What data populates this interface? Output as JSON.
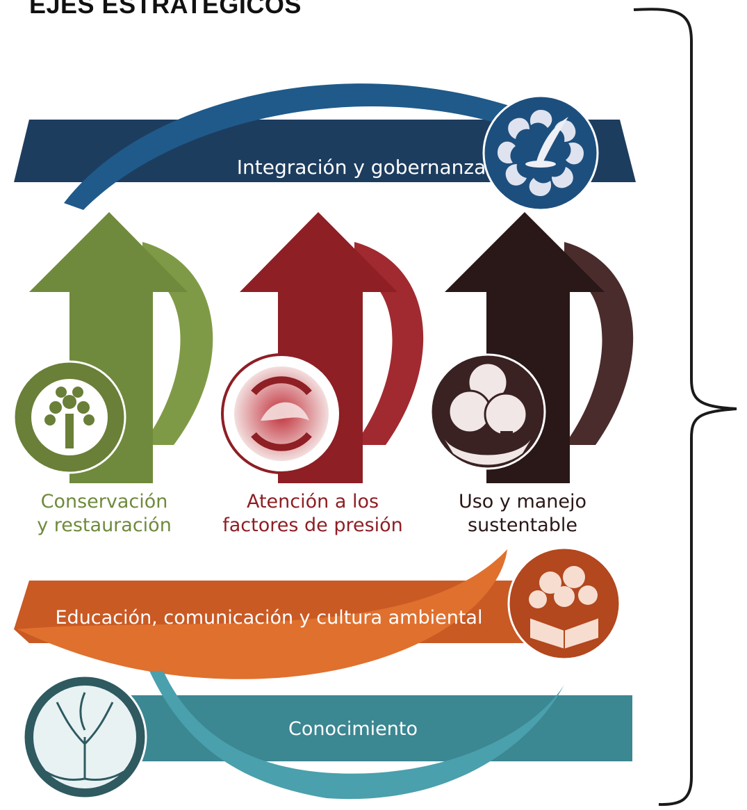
{
  "title": "EJES ESTRATÉGICOS",
  "axes": {
    "integracion": {
      "label": "Integración y gobernanza",
      "color": "#1d3d5f",
      "accent": "#1f5a8a"
    },
    "conservacion": {
      "line1": "Conservación",
      "line2": "y restauración",
      "color": "#6f8a3c"
    },
    "atencion": {
      "line1": "Atención a los",
      "line2": "factores de presión",
      "color": "#8e1f25"
    },
    "uso": {
      "line1": "Uso y manejo",
      "line2": "sustentable",
      "color": "#2a1717"
    },
    "educacion": {
      "label": "Educación, comunicación y cultura ambiental",
      "color": "#d2622a"
    },
    "conocimiento": {
      "label": "Conocimiento",
      "color": "#3b8792"
    }
  },
  "icons": {
    "integracion": "swirl-people-feather-icon",
    "conservacion": "tree-icon",
    "atencion": "recycle-hand-icon",
    "uso": "hands-camera-icon",
    "educacion": "book-tree-icon",
    "conocimiento": "tree-network-icon"
  },
  "brace": {
    "side": "right"
  }
}
